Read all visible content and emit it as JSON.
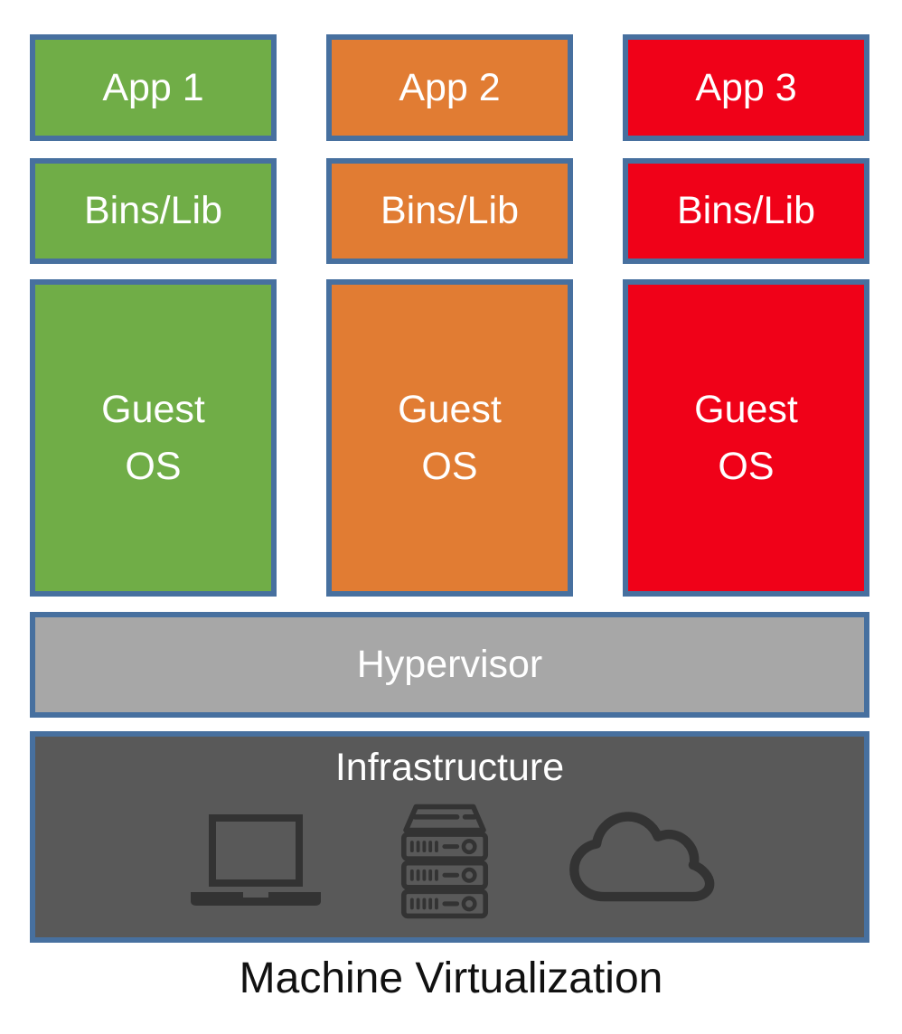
{
  "diagram": {
    "stacks": [
      {
        "app_label": "App 1",
        "bins_label": "Bins/Lib",
        "guest_label": "Guest\nOS",
        "color": "#70AD47"
      },
      {
        "app_label": "App 2",
        "bins_label": "Bins/Lib",
        "guest_label": "Guest\nOS",
        "color": "#E17C33"
      },
      {
        "app_label": "App 3",
        "bins_label": "Bins/Lib",
        "guest_label": "Guest\nOS",
        "color": "#F00118"
      }
    ],
    "hypervisor_label": "Hypervisor",
    "infrastructure_label": "Infrastructure",
    "icons": [
      "laptop-icon",
      "server-rack-icon",
      "cloud-icon"
    ],
    "caption": "Machine Virtualization",
    "colors": {
      "border": "#47709F",
      "hypervisor_bg": "#A7A7A7",
      "infrastructure_bg": "#595959",
      "icon": "#333333",
      "label_text": "#FFFFFF",
      "caption_text": "#111111"
    }
  }
}
